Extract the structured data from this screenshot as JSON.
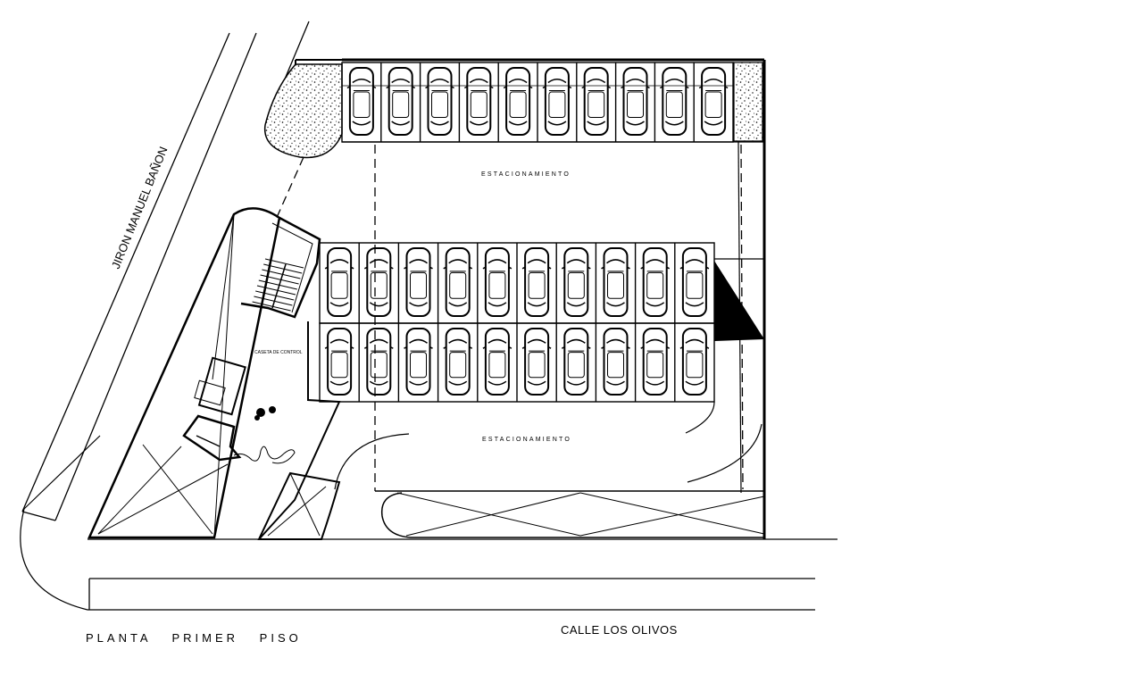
{
  "plan_title": "PLANTA PRIMER PISO",
  "streets": {
    "bottom": "CALLE LOS OLIVOS",
    "diagonal": "JIRON MANUEL BAÑON"
  },
  "areas": {
    "parking_upper": "ESTACIONAMIENTO",
    "parking_lower": "ESTACIONAMIENTO",
    "booth": "CASETA DE CONTROL"
  },
  "parking": {
    "top_row_spaces": 10,
    "middle_row_spaces": 10,
    "lower_row_spaces": 10
  }
}
